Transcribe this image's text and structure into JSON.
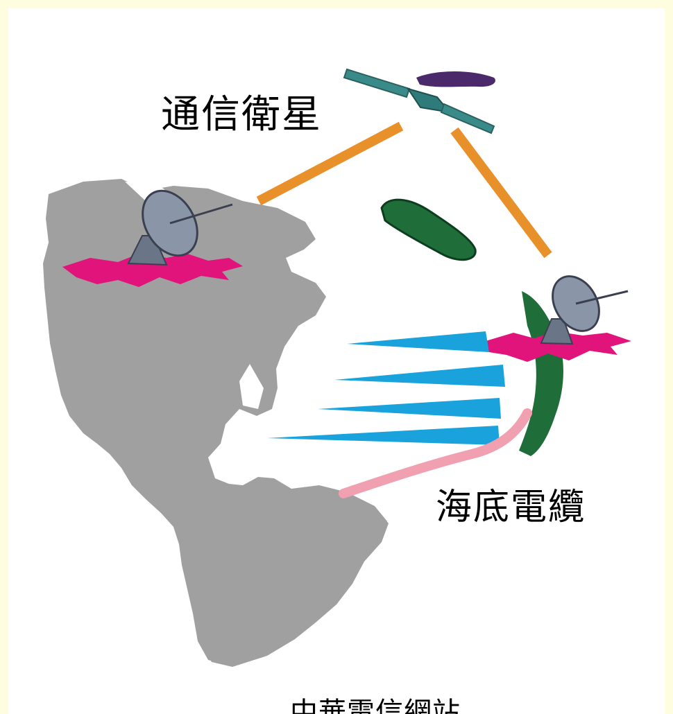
{
  "labels": {
    "satellite": "通信衛星",
    "cable": "海底電纜",
    "caption": "中華電信網站"
  },
  "colors": {
    "background_border": "#fffde0",
    "land": "#a0a0a0",
    "signal_link": "#e8902a",
    "dish_base": "#e0147a",
    "dish": "#8a96a8",
    "green_land": "#1f6e3a",
    "cable": "#f0a0b0",
    "wave_blue": "#1aa2dc",
    "satellite_body": "#3a8a8a",
    "satellite_panel": "#4a2a6a"
  },
  "icons": {
    "satellite": "satellite-icon",
    "dish_left": "satellite-dish-icon",
    "dish_right": "satellite-dish-icon"
  }
}
